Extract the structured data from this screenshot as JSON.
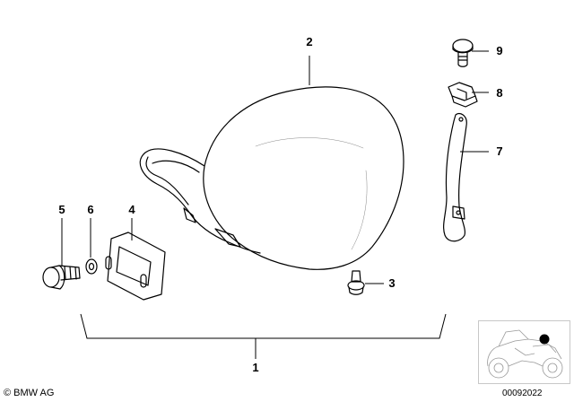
{
  "callouts": [
    "1",
    "2",
    "3",
    "4",
    "5",
    "6",
    "7",
    "8",
    "9"
  ],
  "footer": {
    "copyright": "© BMW AG",
    "diagram_id": "00092022"
  },
  "colors": {
    "line": "#000000",
    "background": "#ffffff",
    "thumbnail_border": "#c8c8c8",
    "thumbnail_marker": "#000000"
  }
}
